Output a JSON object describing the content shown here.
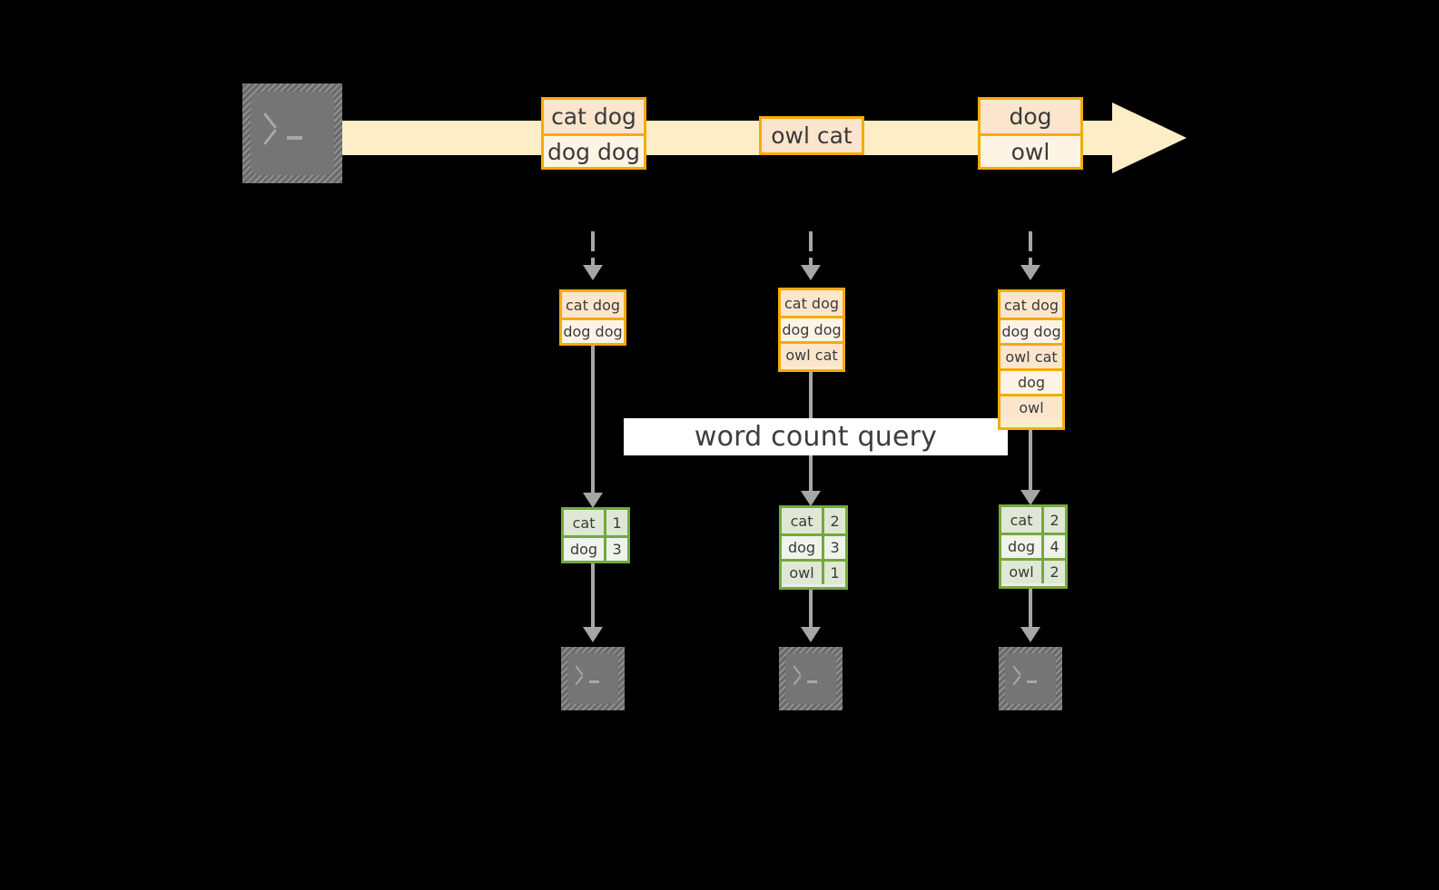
{
  "diagram": {
    "title_banner": {
      "label": "word count query"
    },
    "stream": {
      "icon": "terminal-icon",
      "arrow": "stream-arrow-right",
      "records": [
        {
          "id": "stream-record-1",
          "rows": [
            "cat dog",
            "dog dog"
          ]
        },
        {
          "id": "stream-record-2",
          "rows": [
            "owl cat"
          ]
        },
        {
          "id": "stream-record-3",
          "rows": [
            "dog",
            "owl"
          ]
        }
      ]
    },
    "columns": [
      {
        "id": "snapshot-column-1",
        "input_rows": [
          "cat dog",
          "dog dog"
        ],
        "result": {
          "rows": [
            {
              "word": "cat",
              "count": "1"
            },
            {
              "word": "dog",
              "count": "3"
            }
          ]
        },
        "sink_icon": "terminal-icon"
      },
      {
        "id": "snapshot-column-2",
        "input_rows": [
          "cat dog",
          "dog dog",
          "owl cat"
        ],
        "result": {
          "rows": [
            {
              "word": "cat",
              "count": "2"
            },
            {
              "word": "dog",
              "count": "3"
            },
            {
              "word": "owl",
              "count": "1"
            }
          ]
        },
        "sink_icon": "terminal-icon"
      },
      {
        "id": "snapshot-column-3",
        "input_rows": [
          "cat dog",
          "dog dog",
          "owl cat",
          "dog",
          "owl"
        ],
        "result": {
          "rows": [
            {
              "word": "cat",
              "count": "2"
            },
            {
              "word": "dog",
              "count": "4"
            },
            {
              "word": "owl",
              "count": "2"
            }
          ]
        },
        "sink_icon": "terminal-icon"
      }
    ],
    "colors": {
      "background": "#000000",
      "stream_band": "#fdeec8",
      "record_border": "#f5ab08",
      "record_fill_dark": "#fce5cd",
      "record_fill_light": "#fdf4e6",
      "table_border": "#76a83c",
      "table_fill_dark": "#dfe8d4",
      "table_fill_light": "#eff3ea",
      "connector": "#a6a6a6",
      "banner_fill": "#ffffff",
      "text": "#3a3a3a"
    }
  }
}
